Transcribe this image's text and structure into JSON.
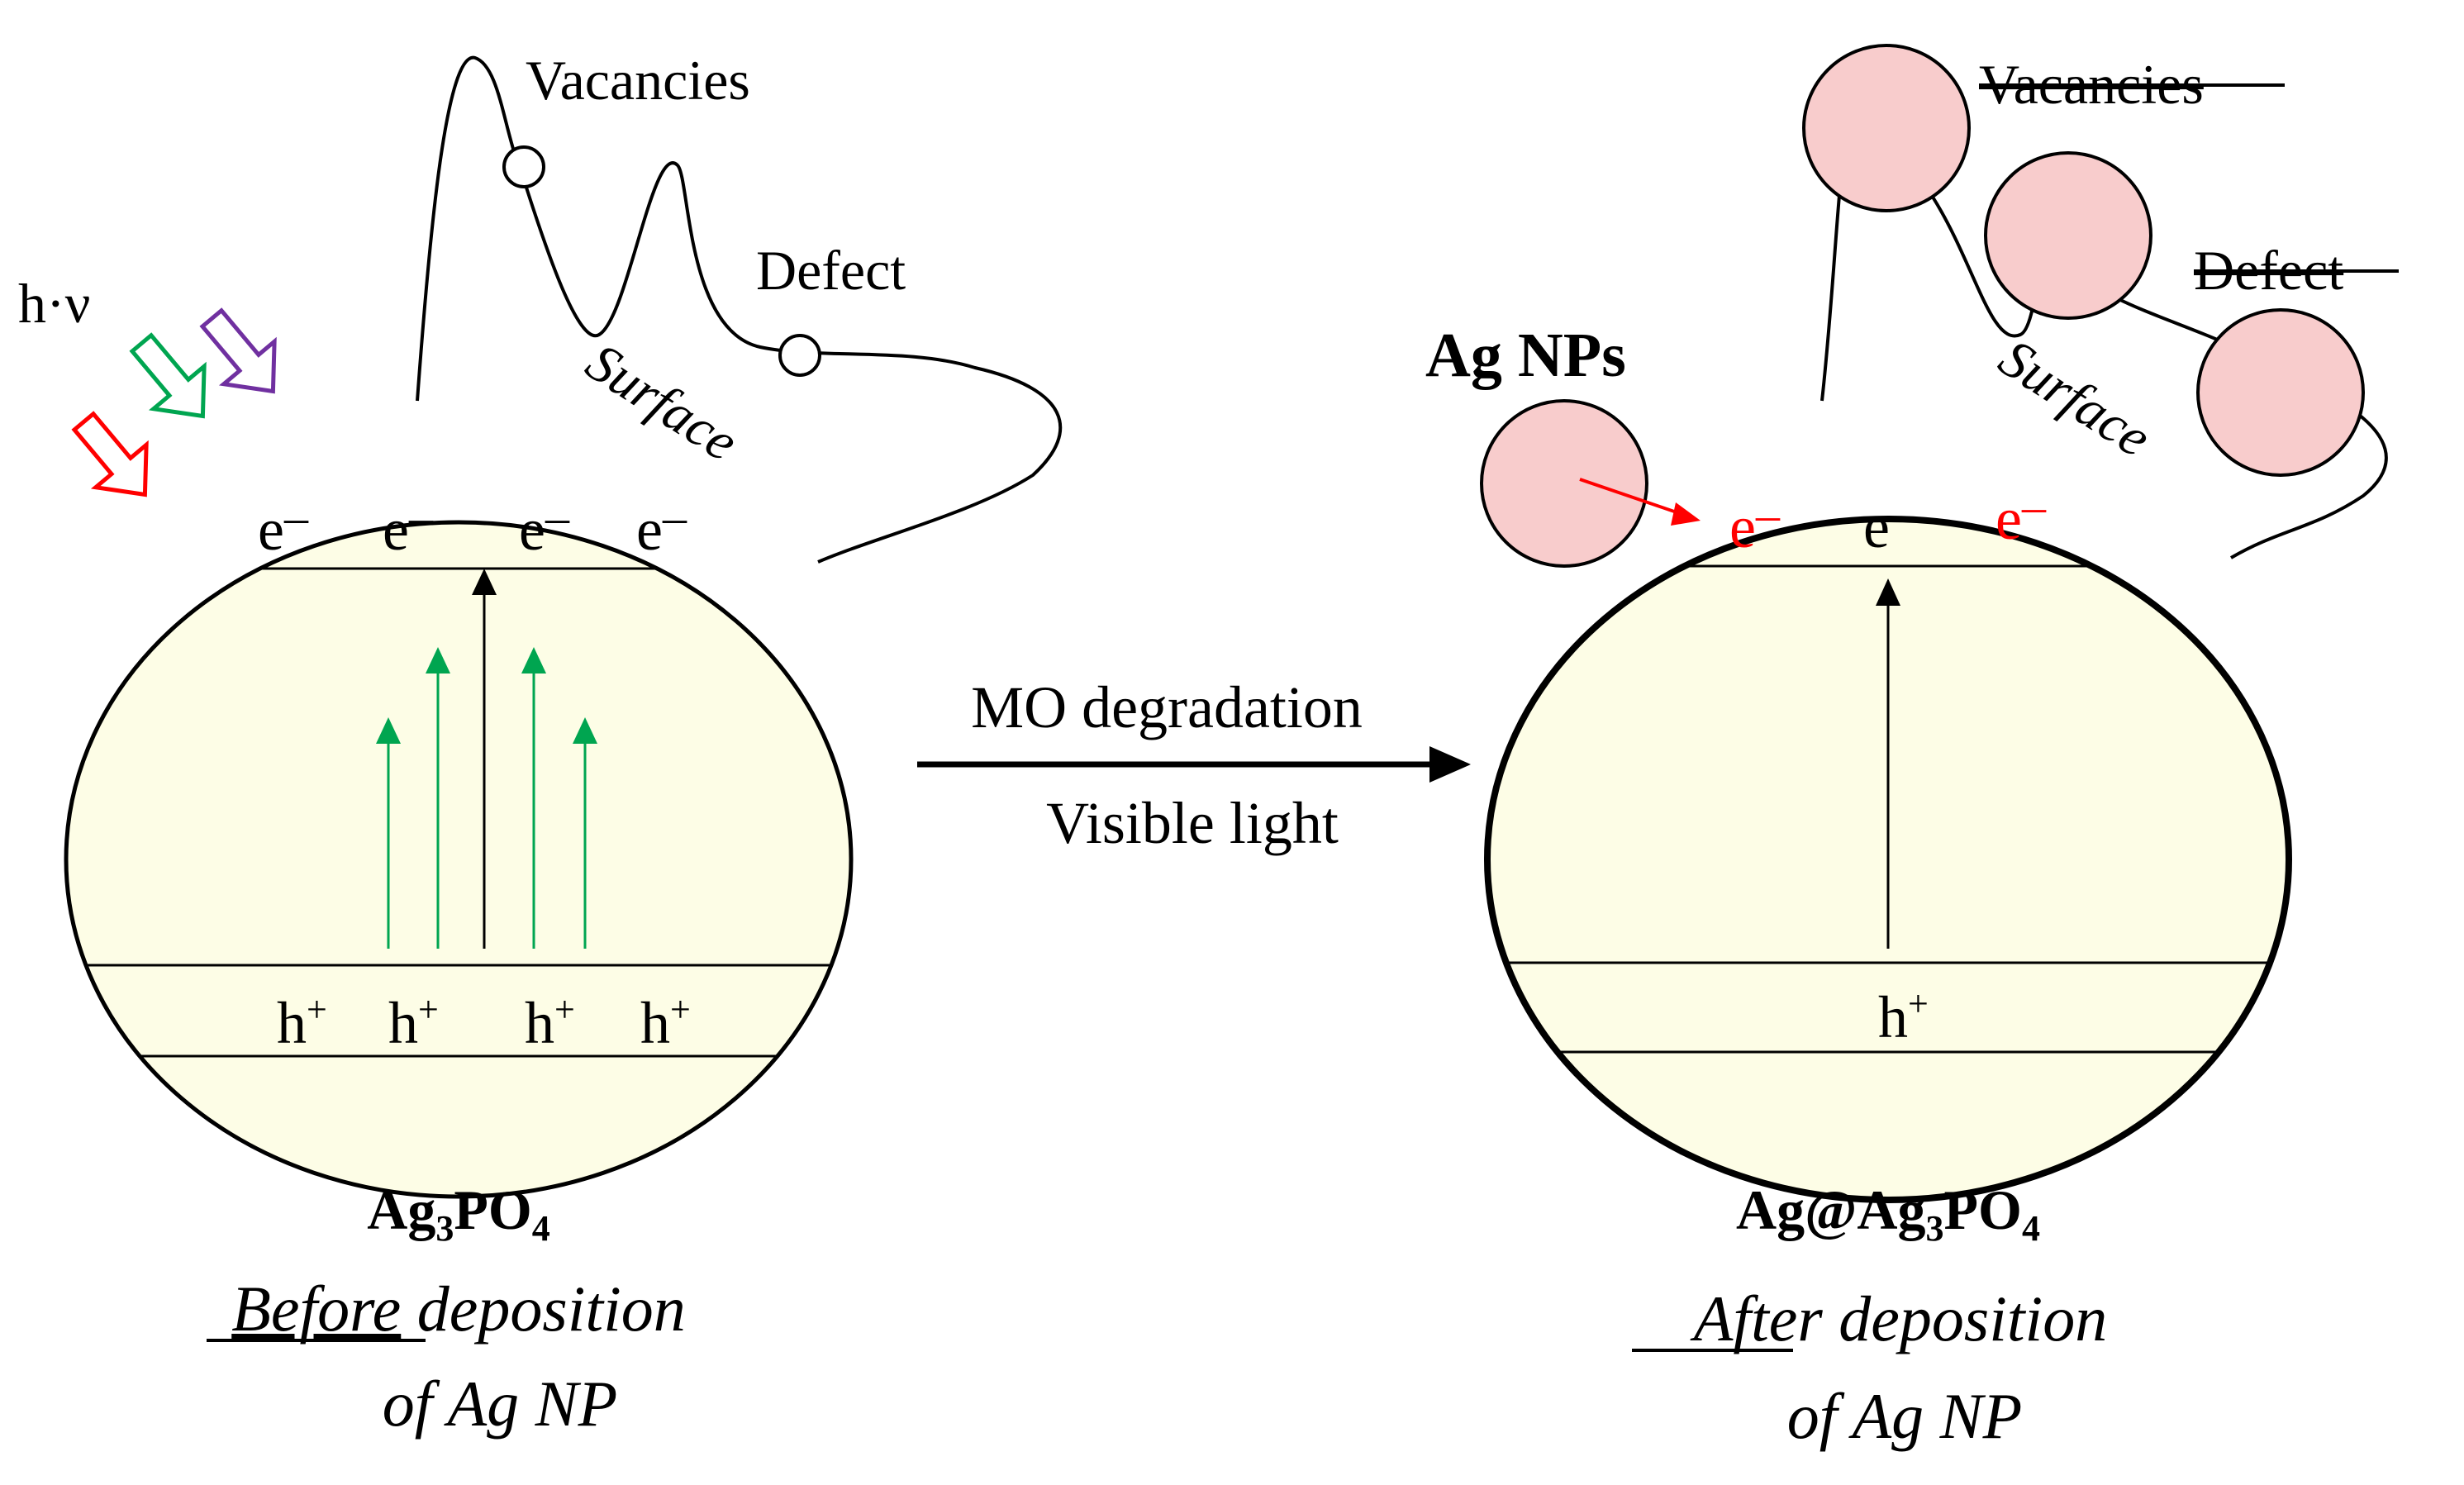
{
  "left": {
    "light_label": "h·ν",
    "vacancies_label": "Vacancies",
    "defect_label": "Defect",
    "surface_label": "Surface",
    "electron": "e",
    "electron_sign": "–",
    "hole": "h",
    "hole_sign": "+",
    "formula_main": "Ag",
    "formula_sub1": "3",
    "formula_mid": "PO",
    "formula_sub2": "4",
    "caption_line1_underlined": "Before",
    "caption_line1_rest": " deposition",
    "caption_line2": "of Ag NP"
  },
  "middle": {
    "process_label": "MO degradation",
    "condition_label": "Visible light"
  },
  "right": {
    "agnps_label": "Ag NPs",
    "vacancies_label": "Vacancies",
    "defect_label": "Defect",
    "surface_label": "Surface",
    "electron": "e",
    "electron_sign": "–",
    "hole": "h",
    "hole_sign": "+",
    "formula_main": "Ag@Ag",
    "formula_sub1": "3",
    "formula_mid": "PO",
    "formula_sub2": "4",
    "caption_line1_underlined": "After",
    "caption_line1_rest": " deposition",
    "caption_line2": "of Ag NP"
  },
  "colors": {
    "particle_fill": "#fdfde6",
    "agnp_fill": "#f8cccc",
    "red": "#ff0000",
    "green": "#00a550",
    "purple": "#7030a0",
    "black": "#000000"
  }
}
